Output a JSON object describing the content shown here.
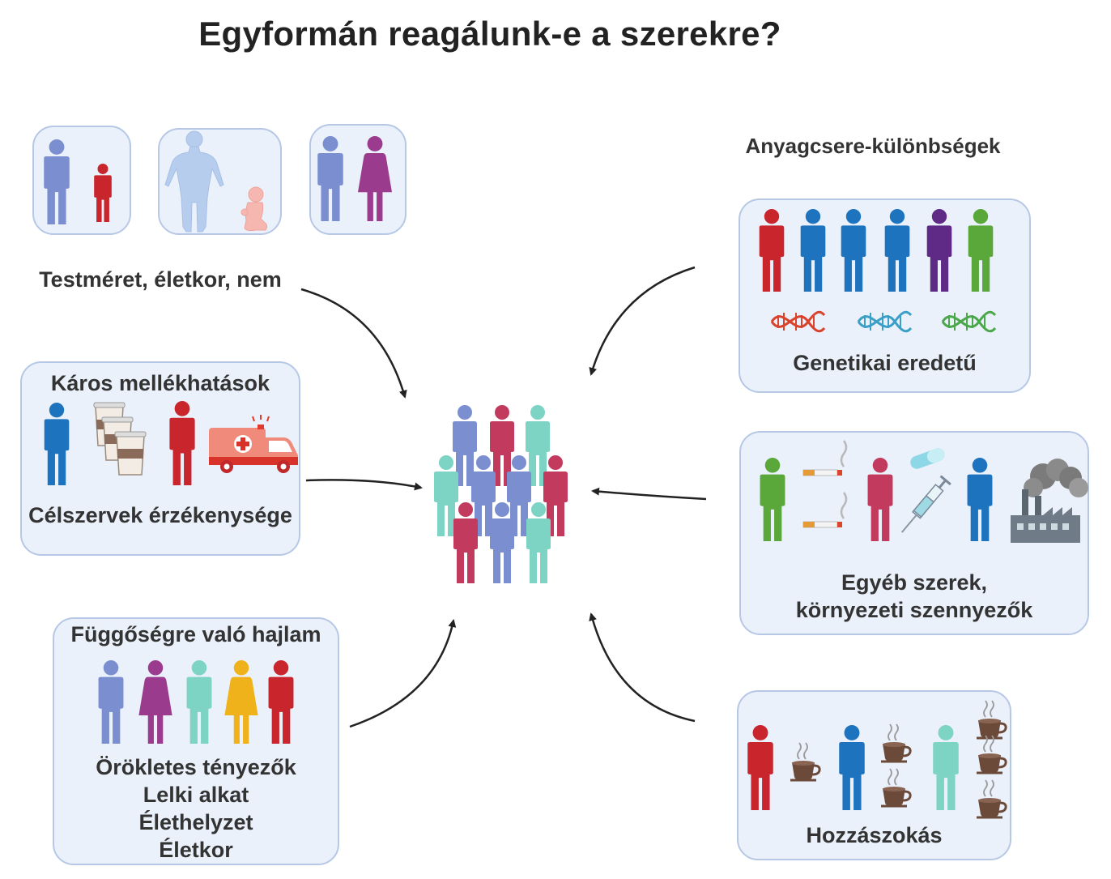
{
  "title": "Egyformán reagálunk-e a szerekre?",
  "left": {
    "body_size_label": "Testméret, életkor, nem",
    "adverse": {
      "heading": "Káros mellékhatások",
      "footer": "Célszervek érzékenysége"
    },
    "addiction": {
      "heading": "Függőségre való hajlam",
      "lines": [
        "Örökletes tényezők",
        "Lelki alkat",
        "Élethelyzet",
        "Életkor"
      ]
    }
  },
  "right": {
    "metabolism_heading": "Anyagcsere-különbségek",
    "genetic": {
      "footer": "Genetikai eredetű"
    },
    "other": {
      "line1": "Egyéb szerek,",
      "line2": "környezeti szennyezők"
    },
    "habituation": {
      "footer": "Hozzászokás"
    }
  },
  "colors": {
    "blue": "#1e73be",
    "periwinkle": "#7b8fd0",
    "red": "#c8262c",
    "crimson": "#c23a5e",
    "purple": "#5e2a86",
    "magenta": "#9b3b8e",
    "green": "#5aa83a",
    "teal": "#7dd3c4",
    "yellow": "#f0b21a",
    "box_fill": "#eaf1fb",
    "box_border": "#b6c8e6"
  },
  "icons": [
    "person-icon",
    "woman-icon",
    "child-icon",
    "baby-icon",
    "body-silhouette-icon",
    "coffee-cup-icon",
    "ambulance-icon",
    "dna-icon",
    "cigarette-icon",
    "pill-icon",
    "syringe-icon",
    "factory-icon",
    "crowd-icon",
    "arrow-icon"
  ]
}
